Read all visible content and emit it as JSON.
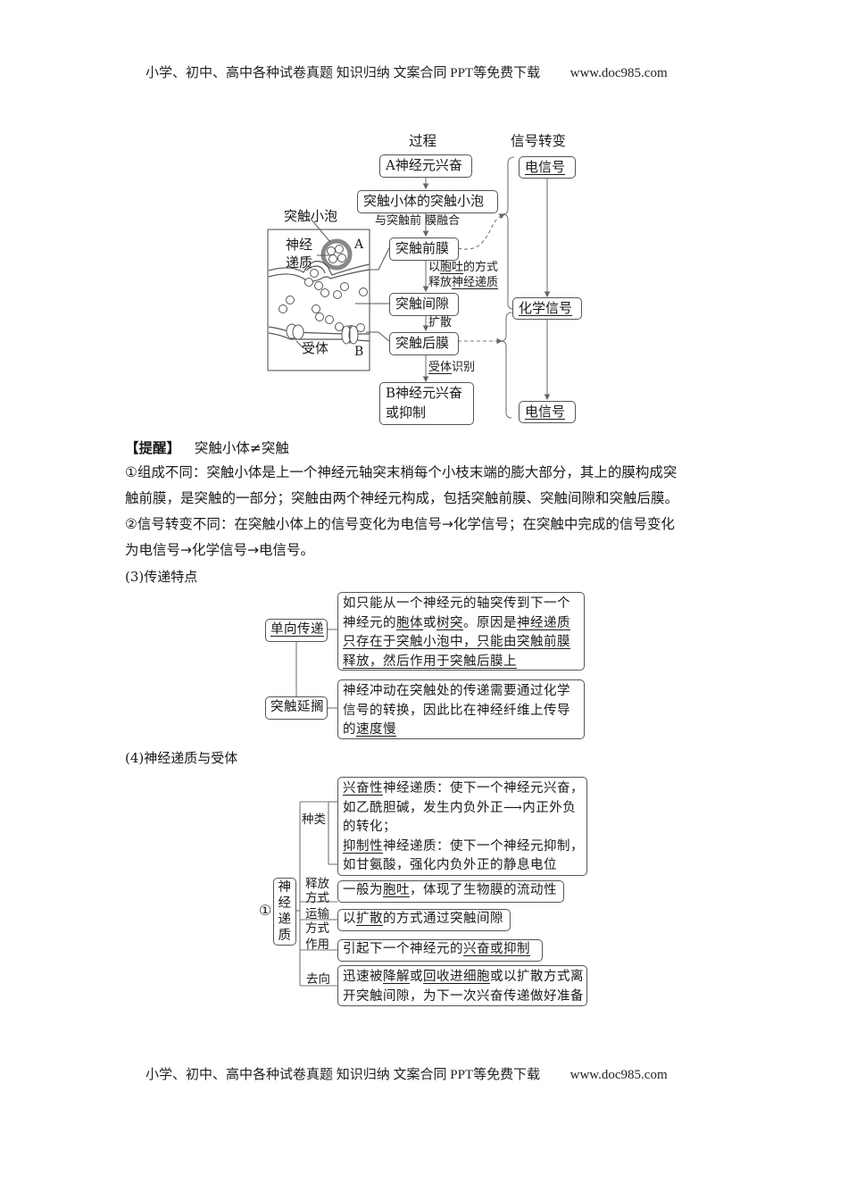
{
  "page_header": {
    "left": "小学、初中、高中各种试卷真题  知识归纳  文案合同  PPT等免费下载",
    "right": "www.doc985.com"
  },
  "page_footer": {
    "left": "小学、初中、高中各种试卷真题  知识归纳  文案合同  PPT等免费下载",
    "right": "www.doc985.com"
  },
  "synapse_diagram": {
    "col_process": "过程",
    "col_signal": "信号转变",
    "steps": [
      {
        "label": "A神经元兴奋"
      },
      {
        "label": "突触小体的突触小泡"
      },
      {
        "label": "突触前膜"
      },
      {
        "label": "突触间隙"
      },
      {
        "label": "突触后膜"
      },
      {
        "label_line1": "B神经元兴奋",
        "label_line2": "或抑制"
      }
    ],
    "edge_labels": {
      "fuse": "与突触前 膜融合",
      "release_1_pre": "以",
      "release_1_u": "胞吐",
      "release_1_post": "的方式",
      "release_2_pre": "释放",
      "release_2_u": "神经递质",
      "diffuse": "扩散",
      "recog_u": "受体",
      "recog_post": "识别"
    },
    "signals": [
      "电信号",
      "化学信号",
      "电信号"
    ],
    "illustration": {
      "vesicle_label": "突触小泡",
      "nt_label_1": "神经",
      "nt_label_2": "递质",
      "neuron_a": "A",
      "neuron_b": "B",
      "receptor_label": "受体"
    }
  },
  "reminder": {
    "title": "【提醒】",
    "subtitle": "突触小体≠突触",
    "point1_line1": "①组成不同：突触小体是上一个神经元轴突末梢每个小枝末端的膨大部分，其上的膜构成突",
    "point1_line2": "触前膜，是突触的一部分；突触由两个神经元构成，包括突触前膜、突触间隙和突触后膜。",
    "point2_line1": "②信号转变不同：在突触小体上的信号变化为电信号→化学信号；在突触中完成的信号变化",
    "point2_line2": "为电信号→化学信号→电信号。"
  },
  "section3": {
    "heading": "(3)传递特点",
    "items": [
      {
        "label": "单向传递",
        "lines": [
          [
            {
              "t": "如只能从一个神经元的轴突传到下一个"
            }
          ],
          [
            {
              "t": "神经元的"
            },
            {
              "t": "胞体",
              "u": true
            },
            {
              "t": "或"
            },
            {
              "t": "树突",
              "u": true
            },
            {
              "t": "。原因是"
            },
            {
              "t": "神经递质",
              "u": true
            }
          ],
          [
            {
              "t": "只存在于突触小泡中，只能由突触前膜",
              "u": true
            }
          ],
          [
            {
              "t": "释放，然后作用于突触后膜上",
              "u": true
            }
          ]
        ]
      },
      {
        "label": "突触延搁",
        "lines": [
          [
            {
              "t": "神经冲动在突触处的传递需要通过化学"
            }
          ],
          [
            {
              "t": "信号的转换，因此比在神经纤维上传导"
            }
          ],
          [
            {
              "t": "的"
            },
            {
              "t": "速度慢",
              "u": true
            }
          ]
        ]
      }
    ]
  },
  "section4": {
    "heading": "(4)神经递质与受体",
    "root_marker": "①",
    "root_label": [
      "神",
      "经",
      "递",
      "质"
    ],
    "branches": [
      {
        "label": "种类",
        "lines": [
          [
            {
              "t": "兴奋性",
              "u": true
            },
            {
              "t": "神经递质：使下一个神经元兴奋，"
            }
          ],
          [
            {
              "t": "如乙酰胆碱，发生内负外正⟶内正外负"
            }
          ],
          [
            {
              "t": "的转化；"
            }
          ],
          [
            {
              "t": "抑制性",
              "u": true
            },
            {
              "t": "神经递质：使下一个神经元抑制，"
            }
          ],
          [
            {
              "t": "如甘氨酸，强化内负外正的静息电位"
            }
          ]
        ]
      },
      {
        "label_line1": "释放",
        "label_line2": "方式",
        "lines": [
          [
            {
              "t": "一般为"
            },
            {
              "t": "胞吐",
              "u": true
            },
            {
              "t": "，体现了生物膜的流动性"
            }
          ]
        ]
      },
      {
        "label_line1": "运输",
        "label_line2": "方式",
        "lines": [
          [
            {
              "t": "以"
            },
            {
              "t": "扩散",
              "u": true
            },
            {
              "t": "的方式通过突触间隙"
            }
          ]
        ]
      },
      {
        "label": "作用",
        "lines": [
          [
            {
              "t": "引起下一个神经元的"
            },
            {
              "t": "兴奋或抑制",
              "u": true
            }
          ]
        ]
      },
      {
        "label": "去向",
        "lines": [
          [
            {
              "t": "迅速被"
            },
            {
              "t": "降解",
              "u": true
            },
            {
              "t": "或"
            },
            {
              "t": "回收进细胞",
              "u": true
            },
            {
              "t": "或以扩散方式离"
            }
          ],
          [
            {
              "t": "开突触间隙，为下一次兴奋传递做好准备"
            }
          ]
        ]
      }
    ]
  }
}
